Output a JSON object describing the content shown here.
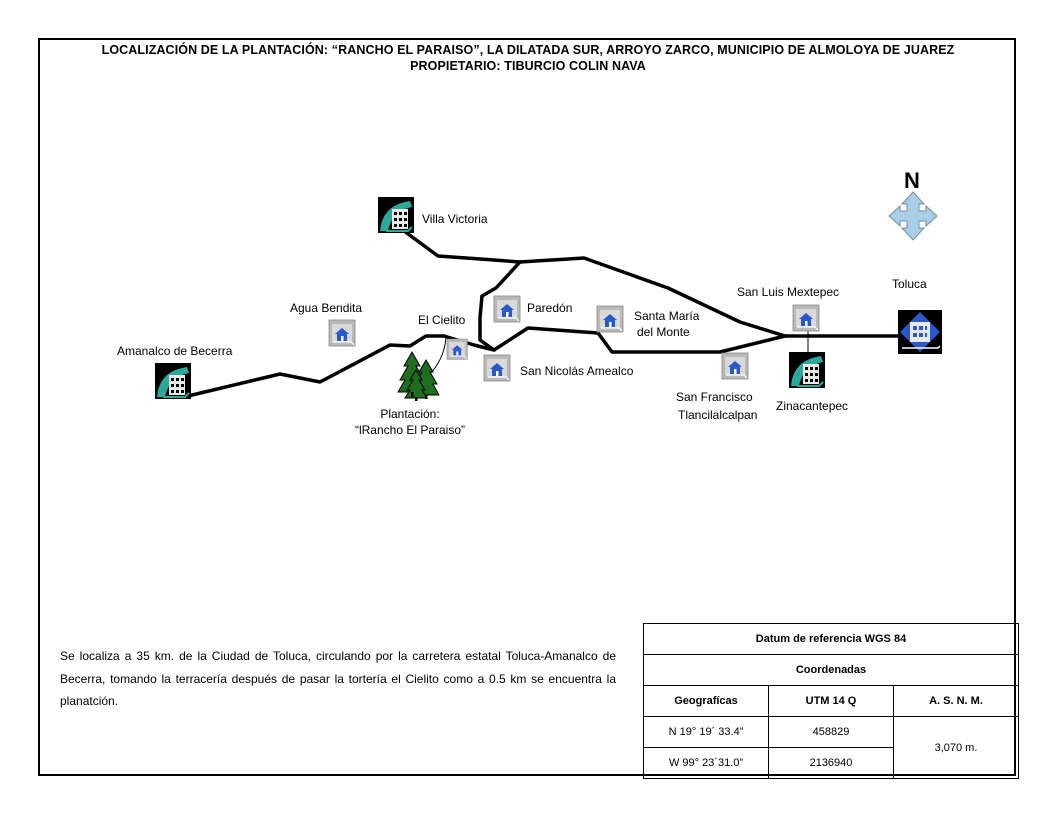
{
  "title_line1": "LOCALIZACIÓN DE LA PLANTACIÓN: “RANCHO EL PARAISO”, LA DILATADA SUR, ARROYO ZARCO, MUNICIPIO DE ALMOLOYA DE JUAREZ",
  "title_line2": "PROPIETARIO: TIBURCIO COLIN NAVA",
  "north_label": "N",
  "places": {
    "villa_victoria": "Villa Victoria",
    "toluca": "Toluca",
    "san_luis": "San Luis Mextepec",
    "agua_bendita": "Agua Bendita",
    "paredon": "Paredón",
    "santa_maria_1": "Santa María",
    "santa_maria_2": "del Monte",
    "el_cielito": "El Cielito",
    "amanalco": "Amanalco de Becerra",
    "san_nicolas": "San Nicolás Amealco",
    "san_francisco_1": "San Francisco",
    "san_francisco_2": "Tlancilalcalpan",
    "zinacantepec": "Zinacantepec",
    "plantacion_1": "Plantación:",
    "plantacion_2": "“lRancho El Paraiso”"
  },
  "description": "Se localiza a 35 km. de la Ciudad de Toluca, circulando por la carretera estatal Toluca-Amanalco de Becerra, tomando la terracería después de pasar la tortería el Cielito como a 0.5 km se encuentra la planatción.",
  "table": {
    "datum": "Datum de referencia WGS 84",
    "coordenadas": "Coordenadas",
    "col_geo": "Geografícas",
    "col_utm": "UTM 14 Q",
    "col_asnm": "A. S. N. M.",
    "lat": "N 19° 19´ 33.4”",
    "lon": "W 99° 23´31.0”",
    "utm_x": "458829",
    "utm_y": "2136940",
    "elev": "3,070 m."
  },
  "colors": {
    "road": "#000000",
    "icon_teal": "#2aa99b",
    "icon_blue": "#2b58c8",
    "tree": "#1f6d1f"
  }
}
